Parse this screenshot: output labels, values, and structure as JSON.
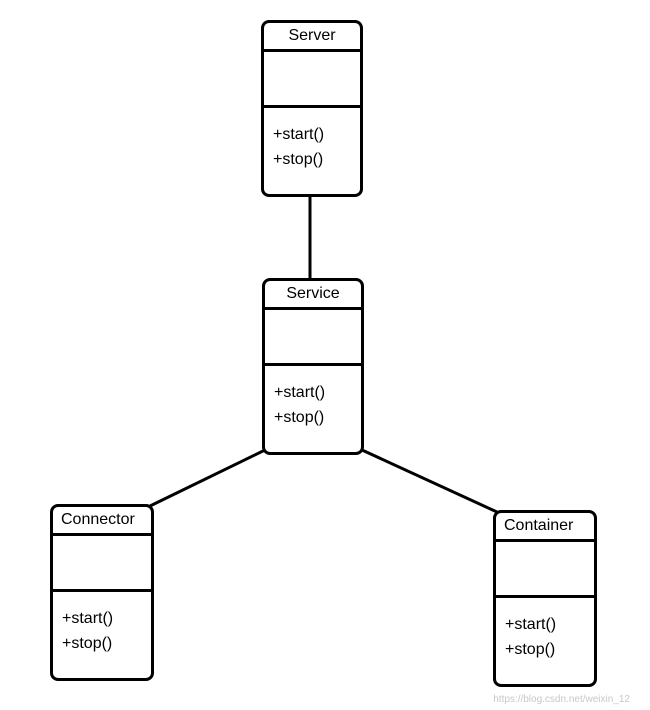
{
  "classes": {
    "server": {
      "name": "Server",
      "methods": [
        "+start()",
        "+stop()"
      ]
    },
    "service": {
      "name": "Service",
      "methods": [
        "+start()",
        "+stop()"
      ]
    },
    "connector": {
      "name": "Connector",
      "methods": [
        "+start()",
        "+stop()"
      ]
    },
    "container": {
      "name": "Container",
      "methods": [
        "+start()",
        "+stop()"
      ]
    }
  },
  "relations": [
    {
      "from": "Server",
      "to": "Service"
    },
    {
      "from": "Service",
      "to": "Connector"
    },
    {
      "from": "Service",
      "to": "Container"
    }
  ],
  "watermark": "https://blog.csdn.net/weixin_12"
}
